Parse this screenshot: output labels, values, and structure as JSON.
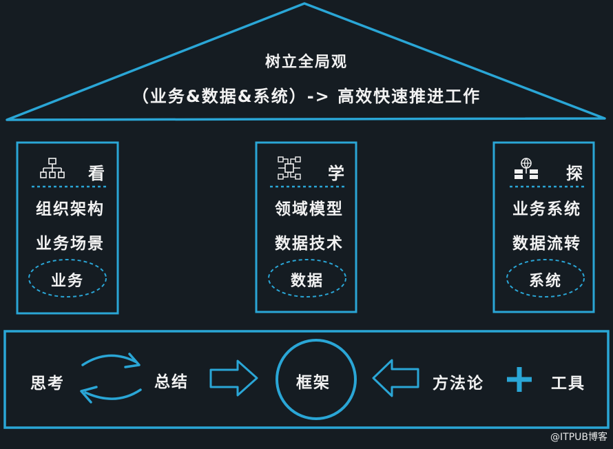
{
  "roof": {
    "title": "树立全局观",
    "subtitle": "（业务&数据&系统）-> 高效快速推进工作"
  },
  "pillars": [
    {
      "head": "看",
      "icon": "org-chart-icon",
      "items": [
        "组织架构",
        "业务场景"
      ],
      "oval": "业务"
    },
    {
      "head": "学",
      "icon": "circuit-icon",
      "items": [
        "领域模型",
        "数据技术"
      ],
      "oval": "数据"
    },
    {
      "head": "探",
      "icon": "server-globe-icon",
      "items": [
        "业务系统",
        "数据流转"
      ],
      "oval": "系统"
    }
  ],
  "foundation": {
    "think": "思考",
    "summary": "总结",
    "center": "框架",
    "method": "方法论",
    "plus": "+",
    "tools": "工具"
  },
  "watermark": "@ITPUB博客",
  "colors": {
    "accent": "#2aa6d6",
    "background": "#151c22",
    "text": "#f2f2f2"
  }
}
